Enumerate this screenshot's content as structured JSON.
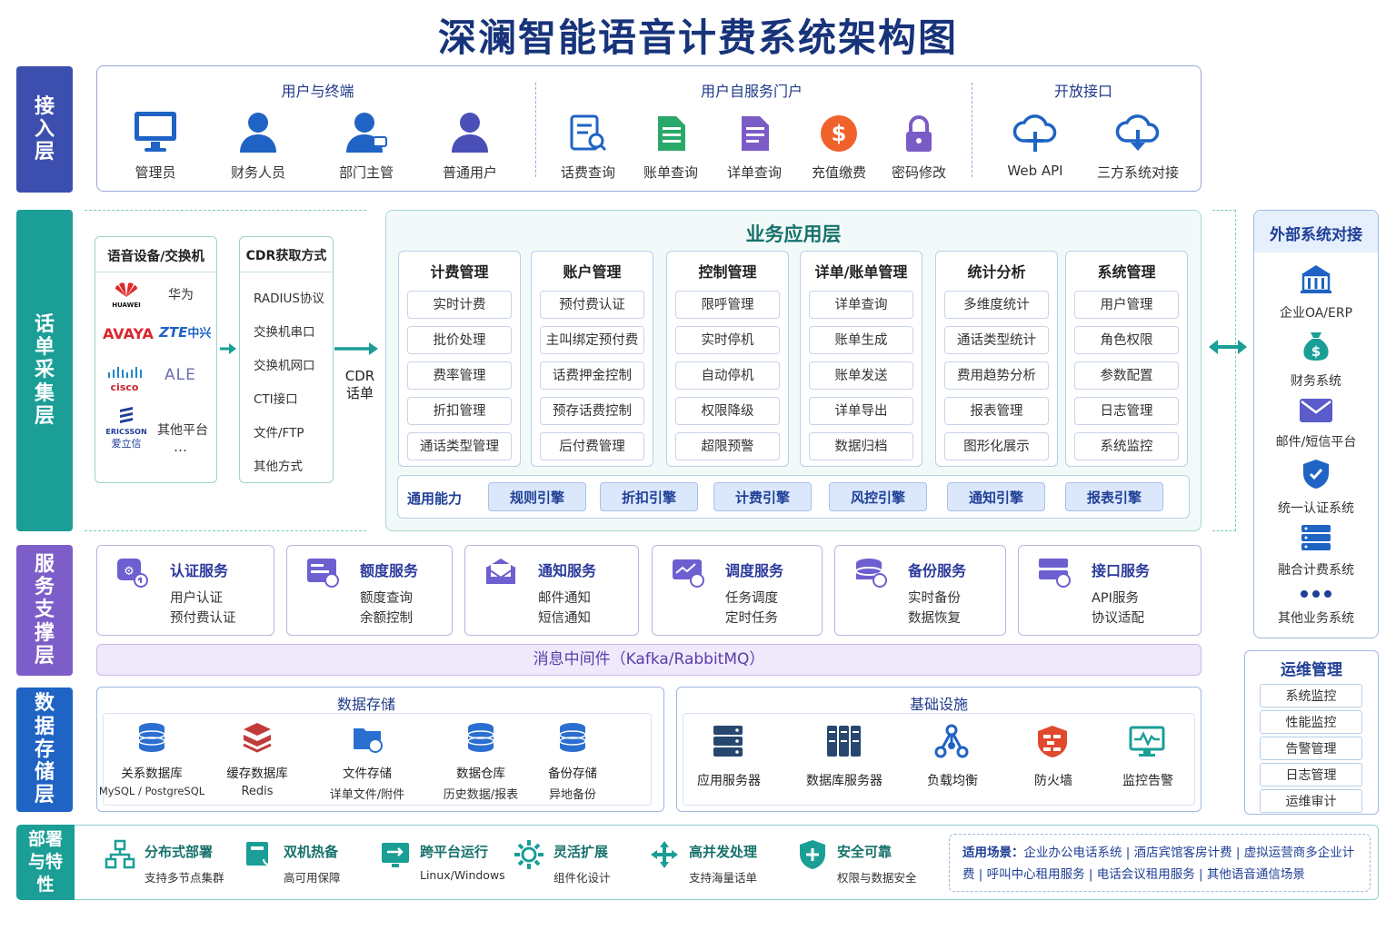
{
  "title": "深澜智能语音计费系统架构图",
  "layers": {
    "access": "接入层",
    "cdr": "话单采集层",
    "service": "服务支撑层",
    "storage": "数据存储层",
    "deploy": "部署与特性"
  },
  "access": {
    "users_title": "用户与终端",
    "users": [
      "管理员",
      "财务人员",
      "部门主管",
      "普通用户"
    ],
    "portal_title": "用户自服务门户",
    "portal": [
      "话费查询",
      "账单查询",
      "详单查询",
      "充值缴费",
      "密码修改"
    ],
    "api_title": "开放接口",
    "api": [
      "Web API",
      "三方系统对接"
    ]
  },
  "devices": {
    "title": "语音设备/交换机",
    "brands": [
      "华为",
      "中兴",
      "其他平台"
    ],
    "more": "…",
    "logos": [
      "HUAWEI",
      "AVAYA",
      "ZTE",
      "cisco",
      "ALE",
      "ERICSSON",
      "爱立信"
    ]
  },
  "cdr": {
    "title": "CDR获取方式",
    "items": [
      "RADIUS协议",
      "交换机串口",
      "交换机网口",
      "CTI接口",
      "文件/FTP",
      "其他方式"
    ],
    "label": "CDR话单"
  },
  "business": {
    "title": "业务应用层",
    "cols": [
      {
        "title": "计费管理",
        "items": [
          "实时计费",
          "批价处理",
          "费率管理",
          "折扣管理",
          "通话类型管理"
        ]
      },
      {
        "title": "账户管理",
        "items": [
          "预付费认证",
          "主叫绑定预付费",
          "话费押金控制",
          "预存话费控制",
          "后付费管理"
        ]
      },
      {
        "title": "控制管理",
        "items": [
          "限呼管理",
          "实时停机",
          "自动停机",
          "权限降级",
          "超限预警"
        ]
      },
      {
        "title": "详单/账单管理",
        "items": [
          "详单查询",
          "账单生成",
          "账单发送",
          "详单导出",
          "数据归档"
        ]
      },
      {
        "title": "统计分析",
        "items": [
          "多维度统计",
          "通话类型统计",
          "费用趋势分析",
          "报表管理",
          "图形化展示"
        ]
      },
      {
        "title": "系统管理",
        "items": [
          "用户管理",
          "角色权限",
          "参数配置",
          "日志管理",
          "系统监控"
        ]
      }
    ],
    "common_label": "通用能力",
    "engines": [
      "规则引擎",
      "折扣引擎",
      "计费引擎",
      "风控引擎",
      "通知引擎",
      "报表引擎"
    ]
  },
  "external": {
    "title": "外部系统对接",
    "items": [
      "企业OA/ERP",
      "财务系统",
      "邮件/短信平台",
      "统一认证系统",
      "融合计费系统",
      "其他业务系统"
    ]
  },
  "services": [
    {
      "title": "认证服务",
      "lines": [
        "用户认证",
        "预付费认证"
      ]
    },
    {
      "title": "额度服务",
      "lines": [
        "额度查询",
        "余额控制"
      ]
    },
    {
      "title": "通知服务",
      "lines": [
        "邮件通知",
        "短信通知"
      ]
    },
    {
      "title": "调度服务",
      "lines": [
        "任务调度",
        "定时任务"
      ]
    },
    {
      "title": "备份服务",
      "lines": [
        "实时备份",
        "数据恢复"
      ]
    },
    {
      "title": "接口服务",
      "lines": [
        "API服务",
        "协议适配"
      ]
    }
  ],
  "middleware": "消息中间件（Kafka/RabbitMQ）",
  "storage": {
    "title": "数据存储",
    "items": [
      {
        "name": "关系数据库",
        "sub": "MySQL / PostgreSQL"
      },
      {
        "name": "缓存数据库",
        "sub": "Redis"
      },
      {
        "name": "文件存储",
        "sub": "详单文件/附件"
      },
      {
        "name": "数据仓库",
        "sub": "历史数据/报表"
      },
      {
        "name": "备份存储",
        "sub": "异地备份"
      }
    ]
  },
  "infra": {
    "title": "基础设施",
    "items": [
      "应用服务器",
      "数据库服务器",
      "负载均衡",
      "防火墙",
      "监控告警"
    ]
  },
  "ops": {
    "title": "运维管理",
    "items": [
      "系统监控",
      "性能监控",
      "告警管理",
      "日志管理",
      "运维审计"
    ]
  },
  "deploy": [
    {
      "title": "分布式部署",
      "sub": "支持多节点集群"
    },
    {
      "title": "双机热备",
      "sub": "高可用保障"
    },
    {
      "title": "跨平台运行",
      "sub": "Linux/Windows"
    },
    {
      "title": "灵活扩展",
      "sub": "组件化设计"
    },
    {
      "title": "高并发处理",
      "sub": "支持海量话单"
    },
    {
      "title": "安全可靠",
      "sub": "权限与数据安全"
    }
  ],
  "scenario": {
    "label": "适用场景：",
    "text": "企业办公电话系统 | 酒店宾馆客房计费 | 虚拟运营商多企业计费 | 呼叫中心租用服务 | 电话会议租用服务 | 其他语音通信场景"
  },
  "colors": {
    "navy": "#17337a",
    "teal": "#1a9e96",
    "purple": "#7b5cc6",
    "blue": "#1f63c4"
  }
}
